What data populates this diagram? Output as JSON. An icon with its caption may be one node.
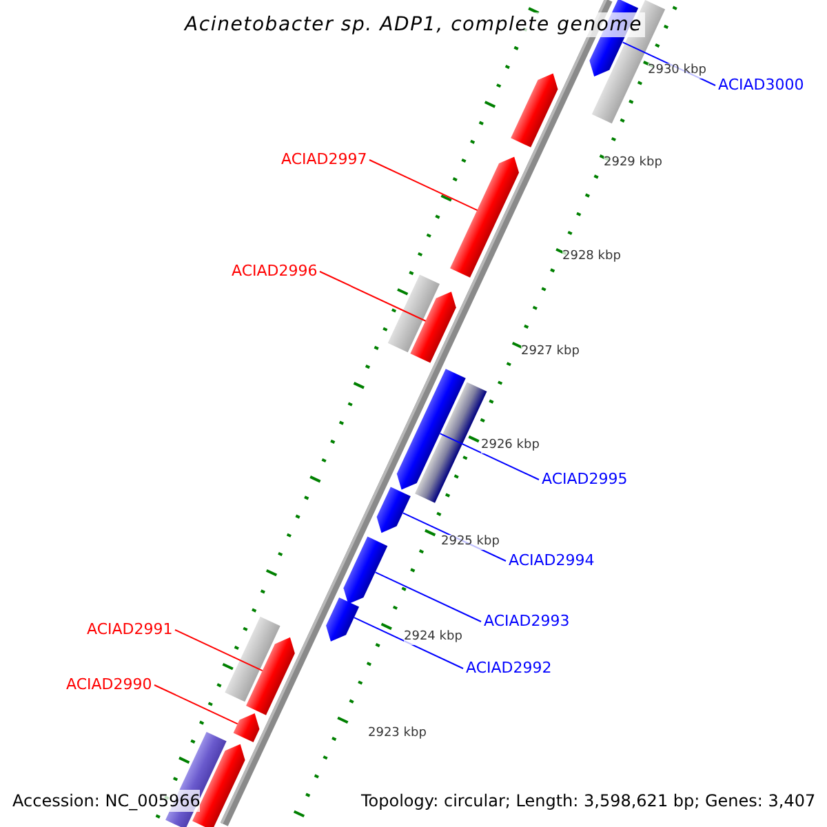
{
  "diagram": {
    "title": "Acinetobacter sp. ADP1, complete genome",
    "nodes": [
      {
        "text": [
          "ACIAD3000"
        ]
      },
      {
        "text": [
          "ACIAD2997"
        ]
      },
      {
        "text": [
          "ACIAD2996"
        ]
      },
      {
        "text": [
          "ACIAD2995"
        ]
      },
      {
        "text": [
          "ACIAD2994"
        ]
      },
      {
        "text": [
          "ACIAD2993"
        ]
      },
      {
        "text": [
          "ACIAD2991"
        ]
      },
      {
        "text": [
          "ACIAD2992"
        ]
      },
      {
        "text": [
          "ACIAD2990"
        ]
      },
      {
        "text": [],
        "shape": "arrow"
      },
      {
        "text": [],
        "shape": "bar"
      },
      {
        "text": [],
        "shape": "arrow"
      },
      {
        "text": [],
        "shape": "arrow"
      },
      {
        "text": [],
        "shape": "bar"
      },
      {
        "text": [],
        "shape": "arrow"
      },
      {
        "text": [],
        "shape": "arrow"
      },
      {
        "text": [],
        "shape": "bar"
      },
      {
        "text": [],
        "shape": "arrow"
      },
      {
        "text": [],
        "shape": "arrow"
      },
      {
        "text": [],
        "shape": "arrow"
      },
      {
        "text": [],
        "shape": "bar"
      },
      {
        "text": [],
        "shape": "arrow"
      },
      {
        "text": [],
        "shape": "arrow"
      },
      {
        "text": [],
        "shape": "bar"
      },
      {
        "text": [],
        "shape": "arrow"
      }
    ],
    "edges": [
      {
        "from": 0,
        "to": 9,
        "arrow": "none"
      },
      {
        "from": 1,
        "to": 12,
        "arrow": "none",
        "color": "#ff0000"
      },
      {
        "from": 2,
        "to": 14,
        "arrow": "none",
        "color": "#ff0000"
      },
      {
        "from": 3,
        "to": 15,
        "arrow": "none"
      },
      {
        "from": 4,
        "to": 17,
        "arrow": "none"
      },
      {
        "from": 5,
        "to": 18,
        "arrow": "none"
      },
      {
        "from": 6,
        "to": 21,
        "arrow": "none",
        "color": "#ff0000"
      },
      {
        "from": 7,
        "to": 19,
        "arrow": "none"
      },
      {
        "from": 8,
        "to": 22,
        "arrow": "none",
        "color": "#ff0000"
      }
    ],
    "labels": [
      "2930 kbp",
      "2929 kbp",
      "2928 kbp",
      "2927 kbp",
      "2926 kbp",
      "2925 kbp",
      "2924 kbp",
      "2923 kbp",
      "Accession: NC_005966",
      "Topology: circular; Length: 3,598,621 bp; Genes: 3,407"
    ]
  }
}
